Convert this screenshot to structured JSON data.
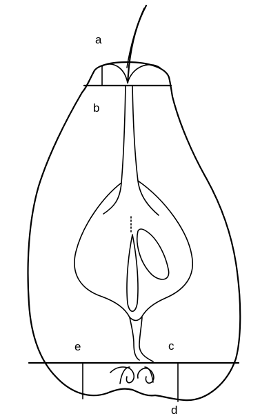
{
  "labels": {
    "a": "a",
    "b": "b",
    "c": "c",
    "d": "d",
    "e": "e"
  },
  "colors": {
    "stroke": "#000000",
    "background": "#ffffff"
  }
}
